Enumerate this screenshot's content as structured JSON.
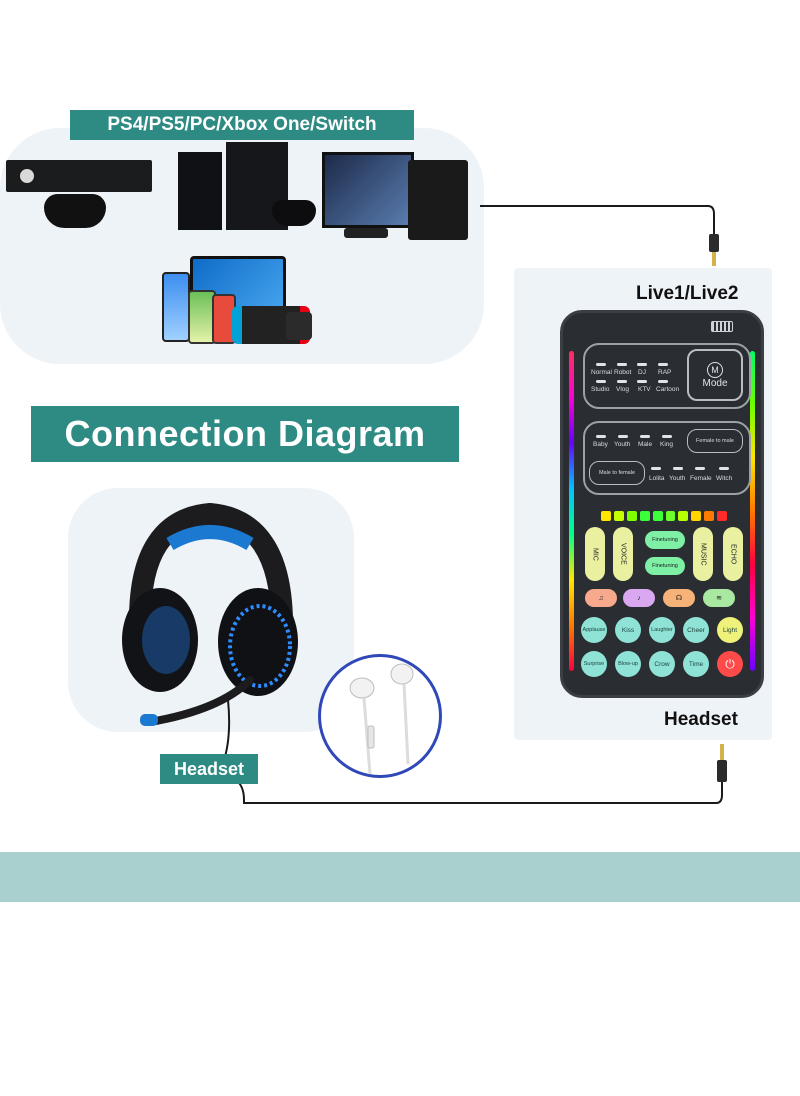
{
  "title": "Connection Diagram",
  "platforms_label": "PS4/PS5/PC/Xbox One/Switch",
  "live_label": "Live1/Live2",
  "headset_label_device": "Headset",
  "headset_label_left": "Headset",
  "device": {
    "mode_icon": "M",
    "mode_label": "Mode",
    "effects_row1": [
      "Normal",
      "Robot",
      "DJ",
      "RAP"
    ],
    "effects_row2": [
      "Studio",
      "Vlog",
      "KTV",
      "Cartoon"
    ],
    "voices_row1": [
      "Baby",
      "Youth",
      "Male",
      "King"
    ],
    "female_to_male": "Female to male",
    "male_to_female": "Male to female",
    "voices_row2": [
      "Lolita",
      "Youth",
      "Female",
      "Witch"
    ],
    "sliders": [
      "MIC",
      "VOICE",
      "MUSIC",
      "ECHO"
    ],
    "finetuning_top": "Finetuning",
    "finetuning_bottom": "Finetuning",
    "sounds_row1": [
      "Applause",
      "Kiss",
      "Laughter",
      "Cheer",
      "Light"
    ],
    "sounds_row2": [
      "Surprise",
      "Blow-up",
      "Crow",
      "Time"
    ]
  },
  "colors": {
    "accent": "#2e8b84",
    "band": "#a9cfcf",
    "panel": "#eef3f8",
    "device_body": "#2a2d31"
  }
}
